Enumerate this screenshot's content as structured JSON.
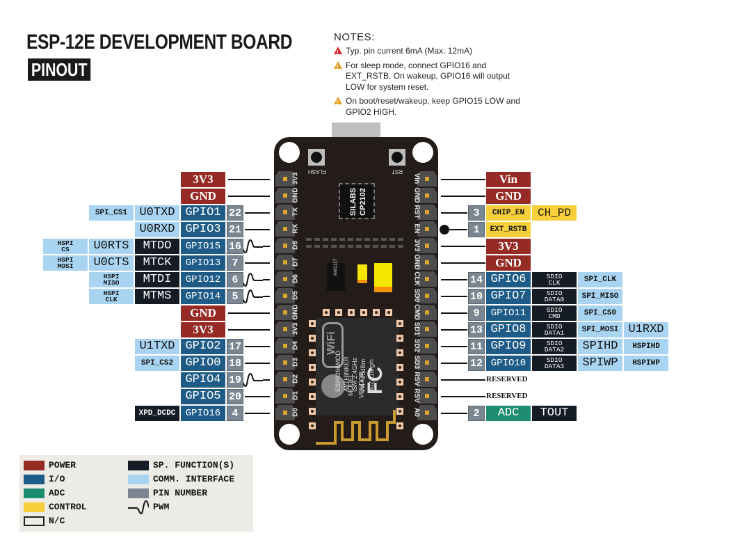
{
  "header": {
    "title": "ESP-12E DEVELOPMENT BOARD",
    "subtitle": "PINOUT"
  },
  "notes": {
    "title": "NOTES:",
    "items": [
      {
        "level": "danger",
        "text": "Typ. pin current 6mA (Max. 12mA)"
      },
      {
        "level": "warning",
        "text": "For sleep mode, connect GPIO16 and EXT_RSTB. On wakeup, GPIO16 will output LOW for system reset."
      },
      {
        "level": "warning",
        "text": "On boot/reset/wakeup, keep GPIO15 LOW and GPIO2 HIGH."
      }
    ]
  },
  "board": {
    "buttons": {
      "flash": "FLASH",
      "reset": "RST"
    },
    "usb_chip": {
      "line1": "SILABS",
      "line2": "CP2102"
    },
    "regulator": "AM1117",
    "module": {
      "lines": [
        "ESP8266MOD",
        "AI/THINKER",
        "ISM 2.4GHz",
        "PA +25dBm",
        "802.11b/g/n"
      ],
      "model_label": "MODEL",
      "vendor_label": "VENDOR",
      "wifi": "WiFi",
      "fcc": "FC"
    },
    "left_silk": [
      "3V3",
      "GND",
      "TX",
      "RX",
      "D8",
      "D7",
      "D6",
      "D5",
      "GND",
      "3V3",
      "D4",
      "D3",
      "D2",
      "D1",
      "D0"
    ],
    "right_silk": [
      "Vin",
      "GND",
      "RST",
      "EN",
      "3V3",
      "GND",
      "CLK",
      "SD0",
      "CMD",
      "SD1",
      "SD2",
      "SD3",
      "RSV",
      "RSV",
      "A0"
    ]
  },
  "left_pins": [
    {
      "name": "3V3",
      "type": "power",
      "pin": null,
      "pwm": false,
      "funcs": []
    },
    {
      "name": "GND",
      "type": "power",
      "pin": null,
      "pwm": false,
      "funcs": []
    },
    {
      "name": "GPIO1",
      "type": "io",
      "pin": "22",
      "pwm": false,
      "funcs": [
        {
          "text": "U0TXD",
          "type": "comm"
        },
        {
          "text": "SPI_CS1",
          "type": "comm-s"
        }
      ]
    },
    {
      "name": "GPIO3",
      "type": "io",
      "pin": "21",
      "pwm": false,
      "funcs": [
        {
          "text": "U0RXD",
          "type": "comm"
        }
      ]
    },
    {
      "name": "GPIO15",
      "type": "io",
      "pin": "16",
      "pwm": true,
      "funcs": [
        {
          "text": "MTDO",
          "type": "sp"
        },
        {
          "text": "U0RTS",
          "type": "comm"
        },
        {
          "text": "HSPI CS",
          "type": "comm-2"
        }
      ]
    },
    {
      "name": "GPIO13",
      "type": "io",
      "pin": "7",
      "pwm": false,
      "funcs": [
        {
          "text": "MTCK",
          "type": "sp"
        },
        {
          "text": "U0CTS",
          "type": "comm"
        },
        {
          "text": "HSPI MOSI",
          "type": "comm-2"
        }
      ]
    },
    {
      "name": "GPIO12",
      "type": "io",
      "pin": "6",
      "pwm": true,
      "funcs": [
        {
          "text": "MTDI",
          "type": "sp"
        },
        {
          "text": "HSPI MISO",
          "type": "comm-2"
        }
      ]
    },
    {
      "name": "GPIO14",
      "type": "io",
      "pin": "5",
      "pwm": true,
      "funcs": [
        {
          "text": "MTMS",
          "type": "sp"
        },
        {
          "text": "HSPI CLK",
          "type": "comm-2"
        }
      ]
    },
    {
      "name": "GND",
      "type": "power",
      "pin": null,
      "pwm": false,
      "funcs": []
    },
    {
      "name": "3V3",
      "type": "power",
      "pin": null,
      "pwm": false,
      "funcs": []
    },
    {
      "name": "GPIO2",
      "type": "io",
      "pin": "17",
      "pwm": false,
      "funcs": [
        {
          "text": "U1TXD",
          "type": "comm"
        }
      ]
    },
    {
      "name": "GPIO0",
      "type": "io",
      "pin": "18",
      "pwm": false,
      "funcs": [
        {
          "text": "SPI_CS2",
          "type": "comm-s"
        }
      ]
    },
    {
      "name": "GPIO4",
      "type": "io",
      "pin": "19",
      "pwm": true,
      "funcs": []
    },
    {
      "name": "GPIO5",
      "type": "io",
      "pin": "20",
      "pwm": false,
      "funcs": []
    },
    {
      "name": "GPIO16",
      "type": "io",
      "pin": "4",
      "pwm": false,
      "funcs": [
        {
          "text": "XPD_DCDC",
          "type": "sp-s"
        }
      ]
    }
  ],
  "right_pins": [
    {
      "name": "Vin",
      "type": "power",
      "pin": null,
      "funcs": []
    },
    {
      "name": "GND",
      "type": "power",
      "pin": null,
      "funcs": []
    },
    {
      "name": "CHIP_EN",
      "type": "ctrl",
      "pin": "3",
      "funcs": [
        {
          "text": "CH_PD",
          "type": "ctrl-l"
        }
      ]
    },
    {
      "name": "EXT_RSTB",
      "type": "ctrl",
      "pin": "1",
      "dot": true,
      "funcs": []
    },
    {
      "name": "3V3",
      "type": "power",
      "pin": null,
      "funcs": []
    },
    {
      "name": "GND",
      "type": "power",
      "pin": null,
      "funcs": []
    },
    {
      "name": "GPIO6",
      "type": "io",
      "pin": "14",
      "funcs": [
        {
          "text": "SDIO CLK",
          "type": "sp-2"
        },
        {
          "text": "SPI_CLK",
          "type": "comm-s"
        }
      ]
    },
    {
      "name": "GPIO7",
      "type": "io",
      "pin": "10",
      "funcs": [
        {
          "text": "SDIO DATA0",
          "type": "sp-2"
        },
        {
          "text": "SPI_MISO",
          "type": "comm-s"
        }
      ]
    },
    {
      "name": "GPIO11",
      "type": "io",
      "pin": "9",
      "funcs": [
        {
          "text": "SDIO CMD",
          "type": "sp-2"
        },
        {
          "text": "SPI_CS0",
          "type": "comm-s"
        }
      ]
    },
    {
      "name": "GPIO8",
      "type": "io",
      "pin": "13",
      "funcs": [
        {
          "text": "SDIO DATA1",
          "type": "sp-2"
        },
        {
          "text": "SPI_MOSI",
          "type": "comm-s"
        },
        {
          "text": "U1RXD",
          "type": "comm"
        }
      ]
    },
    {
      "name": "GPIO9",
      "type": "io",
      "pin": "11",
      "funcs": [
        {
          "text": "SDIO DATA2",
          "type": "sp-2"
        },
        {
          "text": "SPIHD",
          "type": "comm"
        },
        {
          "text": "HSPIHD",
          "type": "comm-s"
        }
      ]
    },
    {
      "name": "GPIO10",
      "type": "io",
      "pin": "12",
      "funcs": [
        {
          "text": "SDIO DATA3",
          "type": "sp-2"
        },
        {
          "text": "SPIWP",
          "type": "comm"
        },
        {
          "text": "HSPIWP",
          "type": "comm-s"
        }
      ]
    },
    {
      "name": "RESERVED",
      "type": "res",
      "pin": null,
      "funcs": []
    },
    {
      "name": "RESERVED",
      "type": "res",
      "pin": null,
      "funcs": []
    },
    {
      "name": "ADC",
      "type": "adc",
      "pin": "2",
      "funcs": [
        {
          "text": "TOUT",
          "type": "sp"
        }
      ]
    }
  ],
  "legend": {
    "items": [
      {
        "label": "POWER",
        "color": "#962b25"
      },
      {
        "label": "I/O",
        "color": "#1e5b86"
      },
      {
        "label": "ADC",
        "color": "#1d8c70"
      },
      {
        "label": "CONTROL",
        "color": "#f6cf3a"
      },
      {
        "label": "N/C",
        "color": "#ecebe5"
      },
      {
        "label": "SP. FUNCTION(S)",
        "color": "#151c26"
      },
      {
        "label": "COMM. INTERFACE",
        "color": "#a9d4f1"
      },
      {
        "label": "PIN NUMBER",
        "color": "#7a8691"
      },
      {
        "label": "PWM",
        "color": null
      }
    ]
  }
}
